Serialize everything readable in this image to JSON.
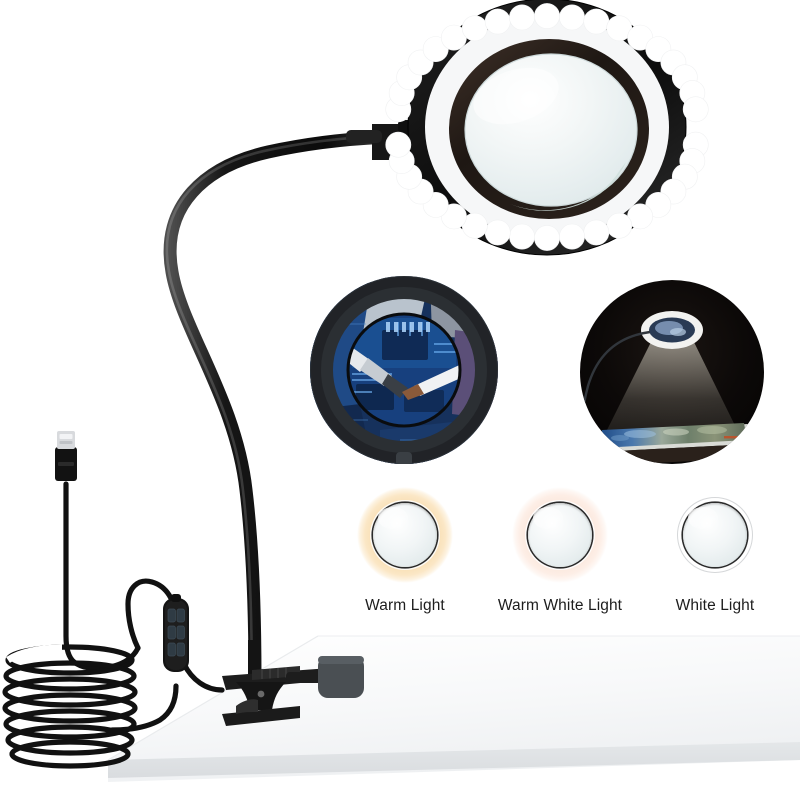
{
  "scene": {
    "background_color": "#ffffff",
    "product_name": "Clip-on LED magnifying desk lamp with gooseneck arm",
    "body_color": "#1a1a1a",
    "table_color": "#f4f5f6",
    "table_edge_color": "#e2e4e6"
  },
  "lamp_head": {
    "name": "magnifier-ring-light-head",
    "bezel_color": "#141414",
    "inner_ring_color": "#241c18",
    "lens_color": "#eef3f4",
    "led_color": "#ffffff",
    "led_count": 30
  },
  "insets": [
    {
      "id": "inset-magnified-circuit-board",
      "caption_visible": false,
      "subject": "magnifier lens held over a blue printed circuit board with soldering tweezers",
      "dominant_color": "#1b3f7a"
    },
    {
      "id": "inset-dark-room-illumination",
      "caption_visible": false,
      "subject": "lamp glowing in a dark room casting a light cone onto a framed painting on a table",
      "dominant_color": "#0b0908"
    }
  ],
  "light_modes": {
    "title_visible": false,
    "items": [
      {
        "id": "warm-light",
        "label": "Warm Light",
        "ring_color": "#f7dcae",
        "ring_outer_color": "#fdf0da",
        "lens_color": "#e9f0f1"
      },
      {
        "id": "warm-white-light",
        "label": "Warm White Light",
        "ring_color": "#fbe6da",
        "ring_outer_color": "#fdf4ef",
        "lens_color": "#eaf1f2"
      },
      {
        "id": "white-light",
        "label": "White Light",
        "ring_color": "#ffffff",
        "ring_outer_color": "#ffffff",
        "lens_color": "#eaf1f2"
      }
    ]
  },
  "cable": {
    "name": "usb-power-cable",
    "connector_type": "USB-A",
    "connector_tip_color": "#d8dadd",
    "cable_color": "#121212",
    "coil_loops": 7,
    "inline_controller": {
      "name": "inline-button-controller",
      "body_color": "#1b1b1b",
      "button_count": 6,
      "button_color": "#2f3b44"
    }
  },
  "clamp": {
    "name": "desk-clamp",
    "color": "#1c1c1c",
    "pad_color": "#4a4f53"
  }
}
